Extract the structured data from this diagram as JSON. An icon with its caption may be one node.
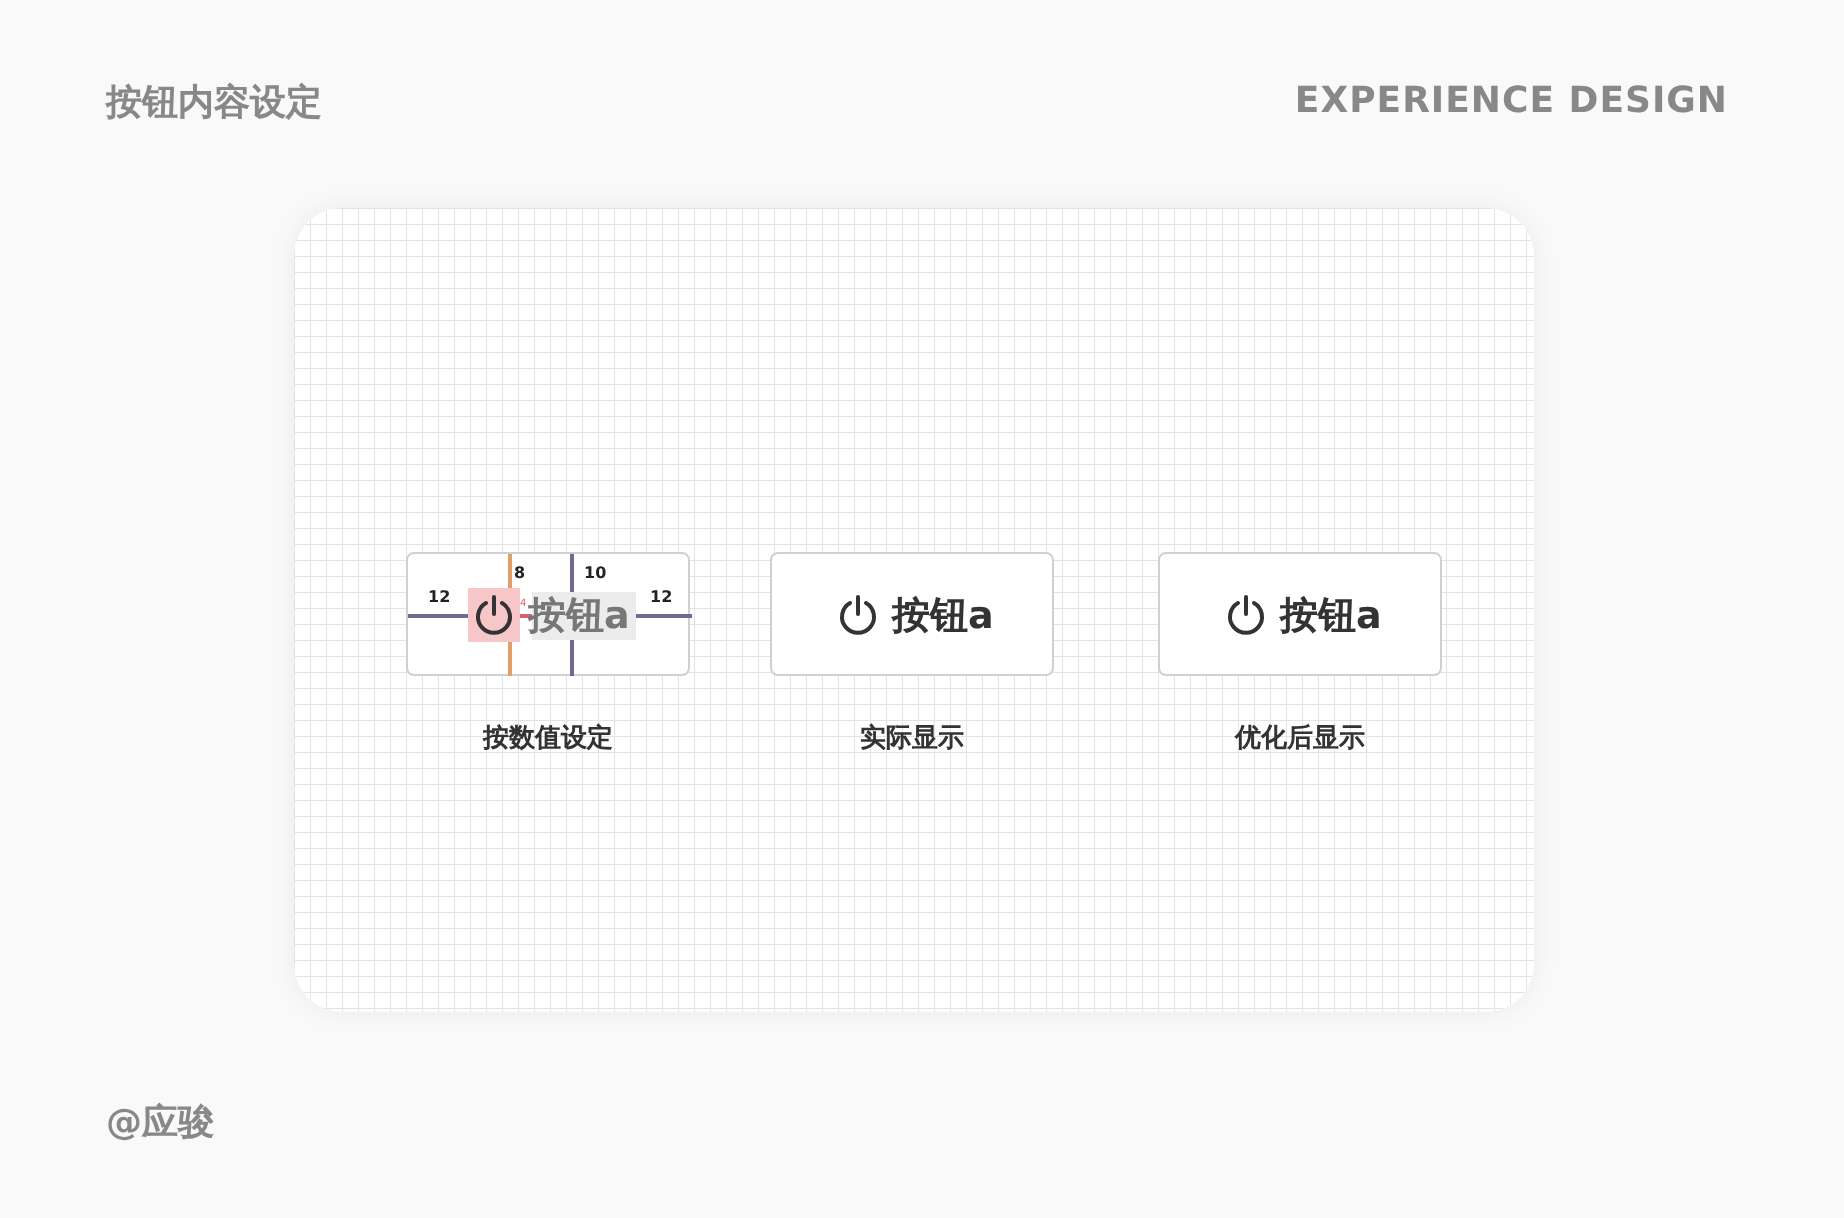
{
  "diagram": {
    "title": "按钮内容设定",
    "nodes": [
      {
        "text": [
          "按钮a"
        ],
        "beside": [
          "按数值设定"
        ]
      },
      {
        "text": [
          "按钮a"
        ],
        "beside": [
          "实际显示"
        ]
      },
      {
        "text": [
          "按钮a"
        ],
        "beside": [
          "优化后显示"
        ]
      }
    ],
    "labels": [
      "EXPERIENCE DESIGN",
      "12",
      "8",
      "10",
      "12",
      "4",
      "@应骏"
    ]
  }
}
